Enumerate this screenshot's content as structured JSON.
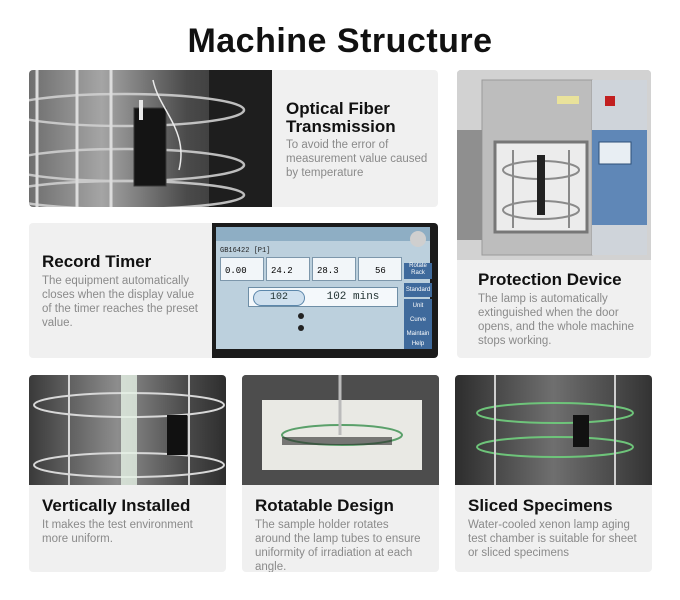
{
  "title": "Machine Structure",
  "cards": {
    "optical": {
      "heading_line1": "Optical Fiber",
      "heading_line2": "Transmission",
      "desc": [
        "To avoid the error of",
        "measurement value caused",
        "by temperature"
      ]
    },
    "protection": {
      "heading": "Protection Device",
      "desc": [
        "The lamp is automatically",
        "extinguished when the door",
        "opens, and the whole machine",
        "stops working."
      ]
    },
    "timer": {
      "heading": "Record Timer",
      "desc": [
        "The equipment automatically",
        "closes when the display value",
        "of the timer reaches the preset",
        "value."
      ]
    },
    "vertical": {
      "heading": "Vertically Installed",
      "desc": [
        "It makes the test environment",
        "more uniform."
      ]
    },
    "rotatable": {
      "heading": "Rotatable Design",
      "desc": [
        "The sample holder rotates",
        "around the lamp tubes to ensure",
        "uniformity of irradiation at each",
        "angle."
      ]
    },
    "sliced": {
      "heading": "Sliced Specimens",
      "desc": [
        "Water-cooled xenon lamp aging",
        "test chamber is suitable for sheet",
        "or sliced specimens"
      ]
    }
  },
  "screen": {
    "model": "GB16422 [P1]",
    "readings": [
      "0.00",
      "24.2",
      "28.3",
      "56"
    ],
    "side_buttons": [
      "Rotate Rack",
      "Standard",
      "Unit Status",
      "Curve",
      "Maintain",
      "Help"
    ],
    "timer_left": "102",
    "timer_right": "102 mins"
  },
  "colors": {
    "card_bg": "#f0f0f0",
    "desc_text": "#8a8a8a",
    "screen_blue": "#3f6a9c"
  }
}
